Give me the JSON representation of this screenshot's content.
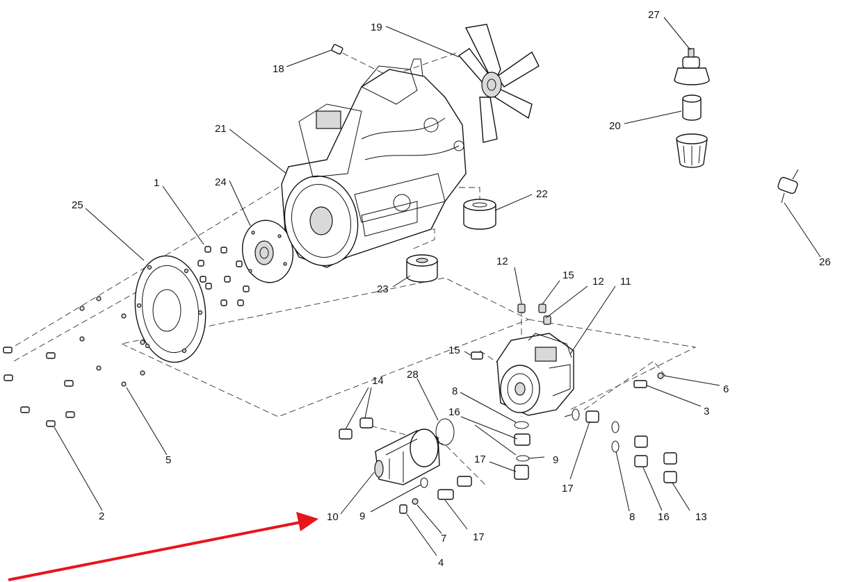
{
  "callouts": {
    "c1": "1",
    "c2": "2",
    "c3": "3",
    "c4": "4",
    "c5": "5",
    "c6": "6",
    "c7": "7",
    "c8a": "8",
    "c8b": "8",
    "c9a": "9",
    "c9b": "9",
    "c10": "10",
    "c11": "11",
    "c12a": "12",
    "c12b": "12",
    "c13": "13",
    "c14": "14",
    "c15a": "15",
    "c15b": "15",
    "c16a": "16",
    "c16b": "16",
    "c17a": "17",
    "c17b": "17",
    "c17c": "17",
    "c18": "18",
    "c19": "19",
    "c20": "20",
    "c21": "21",
    "c22": "22",
    "c23": "23",
    "c24": "24",
    "c25": "25",
    "c26": "26",
    "c27": "27",
    "c28": "28"
  },
  "highlight": {
    "arrow_color": "#e8141c",
    "target_part": "10"
  }
}
